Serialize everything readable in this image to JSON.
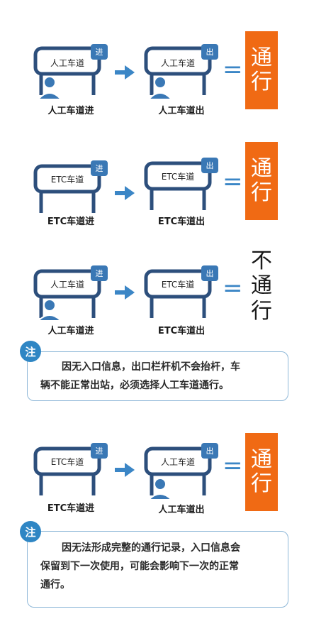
{
  "colors": {
    "accent_orange": "#f06a14",
    "frame_blue": "#2d4f7c",
    "sign_blue": "#3a78b5",
    "arrow_blue": "#3b86c6"
  },
  "equals": "=",
  "rows": [
    {
      "entry": {
        "sign": "人工车道",
        "tag": "进",
        "caption": "人工车道进",
        "person": true
      },
      "exit": {
        "sign": "人工车道",
        "tag": "出",
        "caption": "人工车道出",
        "person": true
      },
      "result": {
        "line1": "通",
        "line2": "行"
      }
    },
    {
      "entry": {
        "sign": "ETC车道",
        "tag": "进",
        "caption": "ETC车道进",
        "person": false
      },
      "exit": {
        "sign": "ETC车道",
        "tag": "出",
        "caption": "ETC车道出",
        "person": false
      },
      "result": {
        "line1": "通",
        "line2": "行"
      }
    },
    {
      "entry": {
        "sign": "人工车道",
        "tag": "进",
        "caption": "人工车道进",
        "person": true
      },
      "exit": {
        "sign": "ETC车道",
        "tag": "出",
        "caption": "ETC车道出",
        "person": false
      },
      "result": {
        "line0": "不",
        "line1": "通",
        "line2": "行"
      }
    },
    {
      "entry": {
        "sign": "ETC车道",
        "tag": "进",
        "caption": "ETC车道进",
        "person": false
      },
      "exit": {
        "sign": "人工车道",
        "tag": "出",
        "caption": "人工车道出",
        "person": true
      },
      "result": {
        "line1": "通",
        "line2": "行"
      }
    }
  ],
  "notes": [
    {
      "badge": "注",
      "line1": "因无入口信息，出口栏杆机不会抬杆，车",
      "line2": "辆不能正常出站，必须选择人工车道通行。"
    },
    {
      "badge": "注",
      "line1": "因无法形成完整的通行记录，入口信息会",
      "line2": "保留到下一次使用，可能会影响下一次的正常",
      "line3": "通行。"
    }
  ]
}
